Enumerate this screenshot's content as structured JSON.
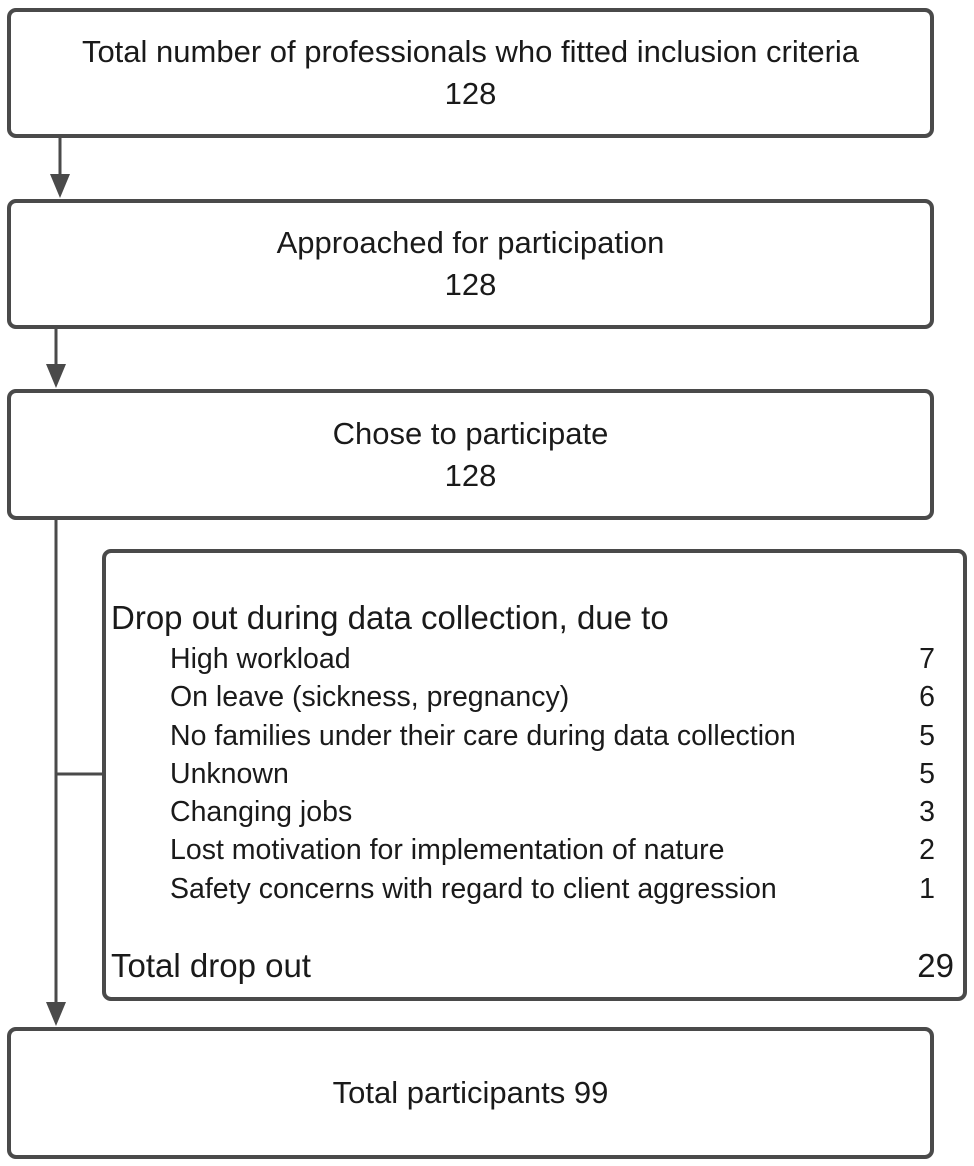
{
  "boxes": {
    "eligible": {
      "label": "Total number of professionals who fitted inclusion criteria",
      "count": "128"
    },
    "approached": {
      "label": "Approached for participation",
      "count": "128"
    },
    "participated": {
      "label": "Chose to participate",
      "count": "128"
    },
    "total": {
      "label": "Total participants 99"
    }
  },
  "dropout": {
    "title": "Drop out during data collection, due to",
    "reasons": [
      {
        "label": "High workload",
        "count": "7"
      },
      {
        "label": "On leave (sickness, pregnancy)",
        "count": "6"
      },
      {
        "label": "No families under their care during data collection",
        "count": "5"
      },
      {
        "label": "Unknown",
        "count": "5"
      },
      {
        "label": "Changing jobs",
        "count": "3"
      },
      {
        "label": "Lost motivation for implementation of nature",
        "count": "2"
      },
      {
        "label": "Safety concerns with regard to client aggression",
        "count": "1"
      }
    ],
    "total_label": "Total drop out",
    "total_count": "29"
  },
  "colors": {
    "line": "#4a4a4a",
    "text": "#1a1a1a",
    "background": "#ffffff"
  }
}
